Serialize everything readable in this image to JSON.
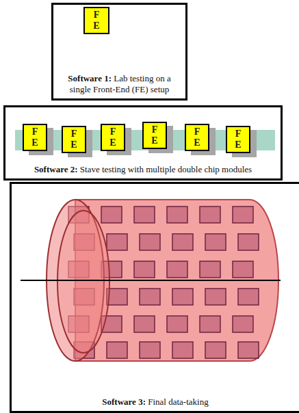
{
  "diagram": {
    "nodes": [
      {
        "text": [
          "Software 1:",
          "Lab testing on a single Front-End (FE) setup"
        ]
      },
      {
        "text": [
          "F E"
        ],
        "in": 0
      },
      {
        "text": [
          "Software 2:",
          "Stave testing with multiple double chip modules"
        ]
      },
      {
        "text": [
          "F E"
        ],
        "in": 2
      },
      {
        "text": [
          "F E"
        ],
        "in": 2
      },
      {
        "text": [
          "F E"
        ],
        "in": 2
      },
      {
        "text": [
          "F E"
        ],
        "in": 2
      },
      {
        "text": [
          "F E"
        ],
        "in": 2
      },
      {
        "text": [
          "F E"
        ],
        "in": 2
      },
      {
        "text": [
          "Software 3:",
          "Final data-taking"
        ]
      }
    ]
  }
}
